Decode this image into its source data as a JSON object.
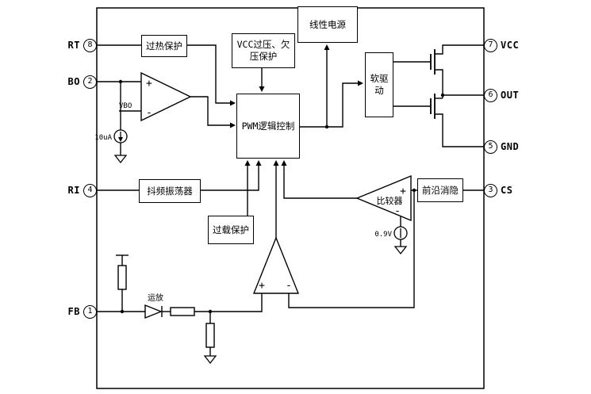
{
  "diagram": {
    "blocks": {
      "thermal": "过热保护",
      "vcc_prot": "VCC过压、欠压保护",
      "linear": "线性电源",
      "pwm": "PWM逻辑控制",
      "soft_drive": "软驱动",
      "osc": "抖频振荡器",
      "overload": "过载保护",
      "comparator": "比较器",
      "leb": "前沿消隐"
    },
    "pins": {
      "rt": {
        "name": "RT",
        "num": "8"
      },
      "bo": {
        "name": "BO",
        "num": "2"
      },
      "ri": {
        "name": "RI",
        "num": "4"
      },
      "fb": {
        "name": "FB",
        "num": "1"
      },
      "vcc": {
        "name": "VCC",
        "num": "7"
      },
      "out": {
        "name": "OUT",
        "num": "6"
      },
      "gnd": {
        "name": "GND",
        "num": "5"
      },
      "cs": {
        "name": "CS",
        "num": "3"
      }
    },
    "labels": {
      "vbo": "VBO",
      "bias_current": "10uA",
      "vref": "0.9V",
      "opamp": "运放",
      "plus": "+",
      "minus": "-"
    },
    "colors": {
      "line": "#000000",
      "background": "#ffffff"
    }
  }
}
